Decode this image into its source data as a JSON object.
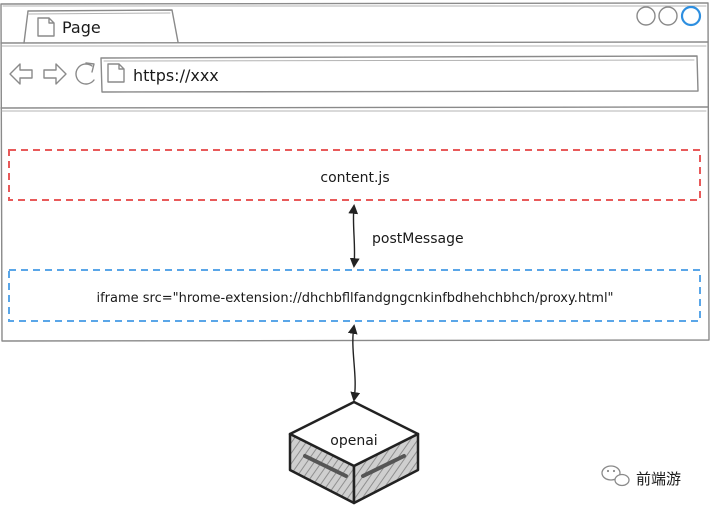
{
  "browser": {
    "tab_title": "Page",
    "address": "https://xxx",
    "icons": [
      "page-icon",
      "back-arrow-icon",
      "forward-arrow-icon",
      "reload-icon",
      "window-circle-icon"
    ]
  },
  "diagram": {
    "content_box": "content.js",
    "channel_label": "postMessage",
    "iframe_box": "iframe src=\"hrome-extension://dhchbfllfandgngcnkinfbdhehchbhch/proxy.html\"",
    "server_label": "openai"
  },
  "watermark": "前端游",
  "colors": {
    "content_border": "#e85a5a",
    "iframe_border": "#5aa6e8",
    "active_circle": "#2e8fe0",
    "sketch_stroke": "#8a8a8a"
  }
}
